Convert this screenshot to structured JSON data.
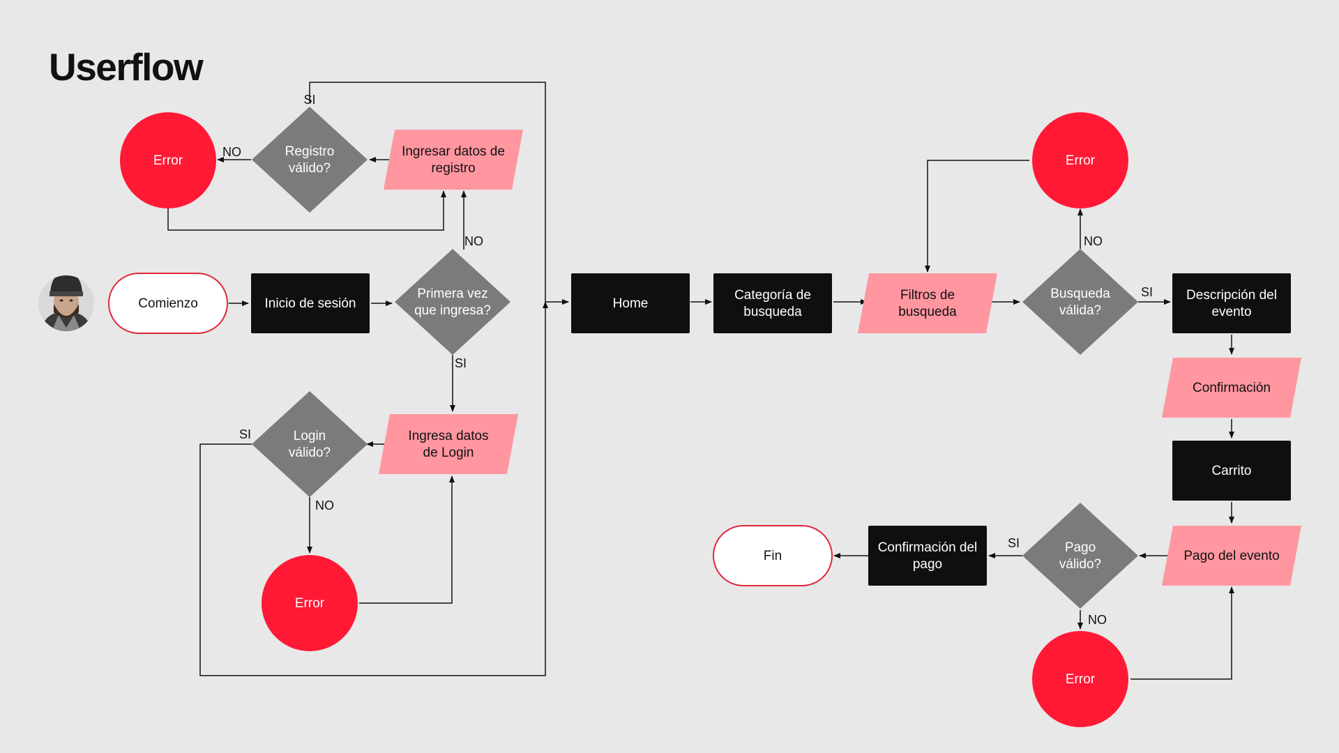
{
  "title": "Userflow",
  "colors": {
    "background": "#e8e8e8",
    "error": "#ff1935",
    "input": "#ff96a0",
    "decision": "#7b7b7b",
    "process": "#0f0f12",
    "terminal_border": "#e0253a",
    "line": "#111111"
  },
  "nodes": {
    "start": {
      "type": "terminal",
      "label": [
        "Comienzo"
      ]
    },
    "login_start": {
      "type": "process",
      "label": [
        "Inicio de sesión"
      ]
    },
    "first_time": {
      "type": "decision",
      "label": [
        "Primera vez",
        "que ingresa?"
      ]
    },
    "register_data": {
      "type": "input",
      "label": [
        "Ingresar datos de",
        "registro"
      ]
    },
    "register_valid": {
      "type": "decision",
      "label": [
        "Registro",
        "válido?"
      ]
    },
    "register_error": {
      "type": "error",
      "label": [
        "Error"
      ]
    },
    "login_data": {
      "type": "input",
      "label": [
        "Ingresa datos",
        "de Login"
      ]
    },
    "login_valid": {
      "type": "decision",
      "label": [
        "Login",
        "válido?"
      ]
    },
    "login_error": {
      "type": "error",
      "label": [
        "Error"
      ]
    },
    "home": {
      "type": "process",
      "label": [
        "Home"
      ]
    },
    "category": {
      "type": "process",
      "label": [
        "Categoría de",
        "busqueda"
      ]
    },
    "filters": {
      "type": "input",
      "label": [
        "Filtros de",
        "busqueda"
      ]
    },
    "search_valid": {
      "type": "decision",
      "label": [
        "Busqueda",
        "válida?"
      ]
    },
    "search_error": {
      "type": "error",
      "label": [
        "Error"
      ]
    },
    "description": {
      "type": "process",
      "label": [
        "Descripción del",
        "evento"
      ]
    },
    "confirmation": {
      "type": "input",
      "label": [
        "Confirmación"
      ]
    },
    "cart": {
      "type": "process",
      "label": [
        "Carrito"
      ]
    },
    "payment": {
      "type": "input",
      "label": [
        "Pago del evento"
      ]
    },
    "payment_valid": {
      "type": "decision",
      "label": [
        "Pago",
        "válido?"
      ]
    },
    "payment_error": {
      "type": "error",
      "label": [
        "Error"
      ]
    },
    "payment_confirm": {
      "type": "process",
      "label": [
        "Confirmación del",
        "pago"
      ]
    },
    "end": {
      "type": "terminal",
      "label": [
        "Fin"
      ]
    }
  },
  "edges": [
    {
      "from": "start",
      "to": "login_start",
      "label": ""
    },
    {
      "from": "login_start",
      "to": "first_time",
      "label": ""
    },
    {
      "from": "first_time",
      "to": "register_data",
      "label": "NO"
    },
    {
      "from": "register_data",
      "to": "register_valid",
      "label": ""
    },
    {
      "from": "register_valid",
      "to": "register_error",
      "label": "NO"
    },
    {
      "from": "register_error",
      "to": "register_data",
      "label": ""
    },
    {
      "from": "register_valid",
      "to": "home",
      "label": "SI"
    },
    {
      "from": "first_time",
      "to": "login_data",
      "label": "SI"
    },
    {
      "from": "login_data",
      "to": "login_valid",
      "label": ""
    },
    {
      "from": "login_valid",
      "to": "login_error",
      "label": "NO"
    },
    {
      "from": "login_error",
      "to": "login_data",
      "label": ""
    },
    {
      "from": "login_valid",
      "to": "home",
      "label": "SI"
    },
    {
      "from": "home",
      "to": "category",
      "label": ""
    },
    {
      "from": "category",
      "to": "filters",
      "label": ""
    },
    {
      "from": "filters",
      "to": "search_valid",
      "label": ""
    },
    {
      "from": "search_valid",
      "to": "search_error",
      "label": "NO"
    },
    {
      "from": "search_error",
      "to": "filters",
      "label": ""
    },
    {
      "from": "search_valid",
      "to": "description",
      "label": "SI"
    },
    {
      "from": "description",
      "to": "confirmation",
      "label": ""
    },
    {
      "from": "confirmation",
      "to": "cart",
      "label": ""
    },
    {
      "from": "cart",
      "to": "payment",
      "label": ""
    },
    {
      "from": "payment",
      "to": "payment_valid",
      "label": ""
    },
    {
      "from": "payment_valid",
      "to": "payment_error",
      "label": "NO"
    },
    {
      "from": "payment_error",
      "to": "payment",
      "label": ""
    },
    {
      "from": "payment_valid",
      "to": "payment_confirm",
      "label": "SI"
    },
    {
      "from": "payment_confirm",
      "to": "end",
      "label": ""
    }
  ]
}
